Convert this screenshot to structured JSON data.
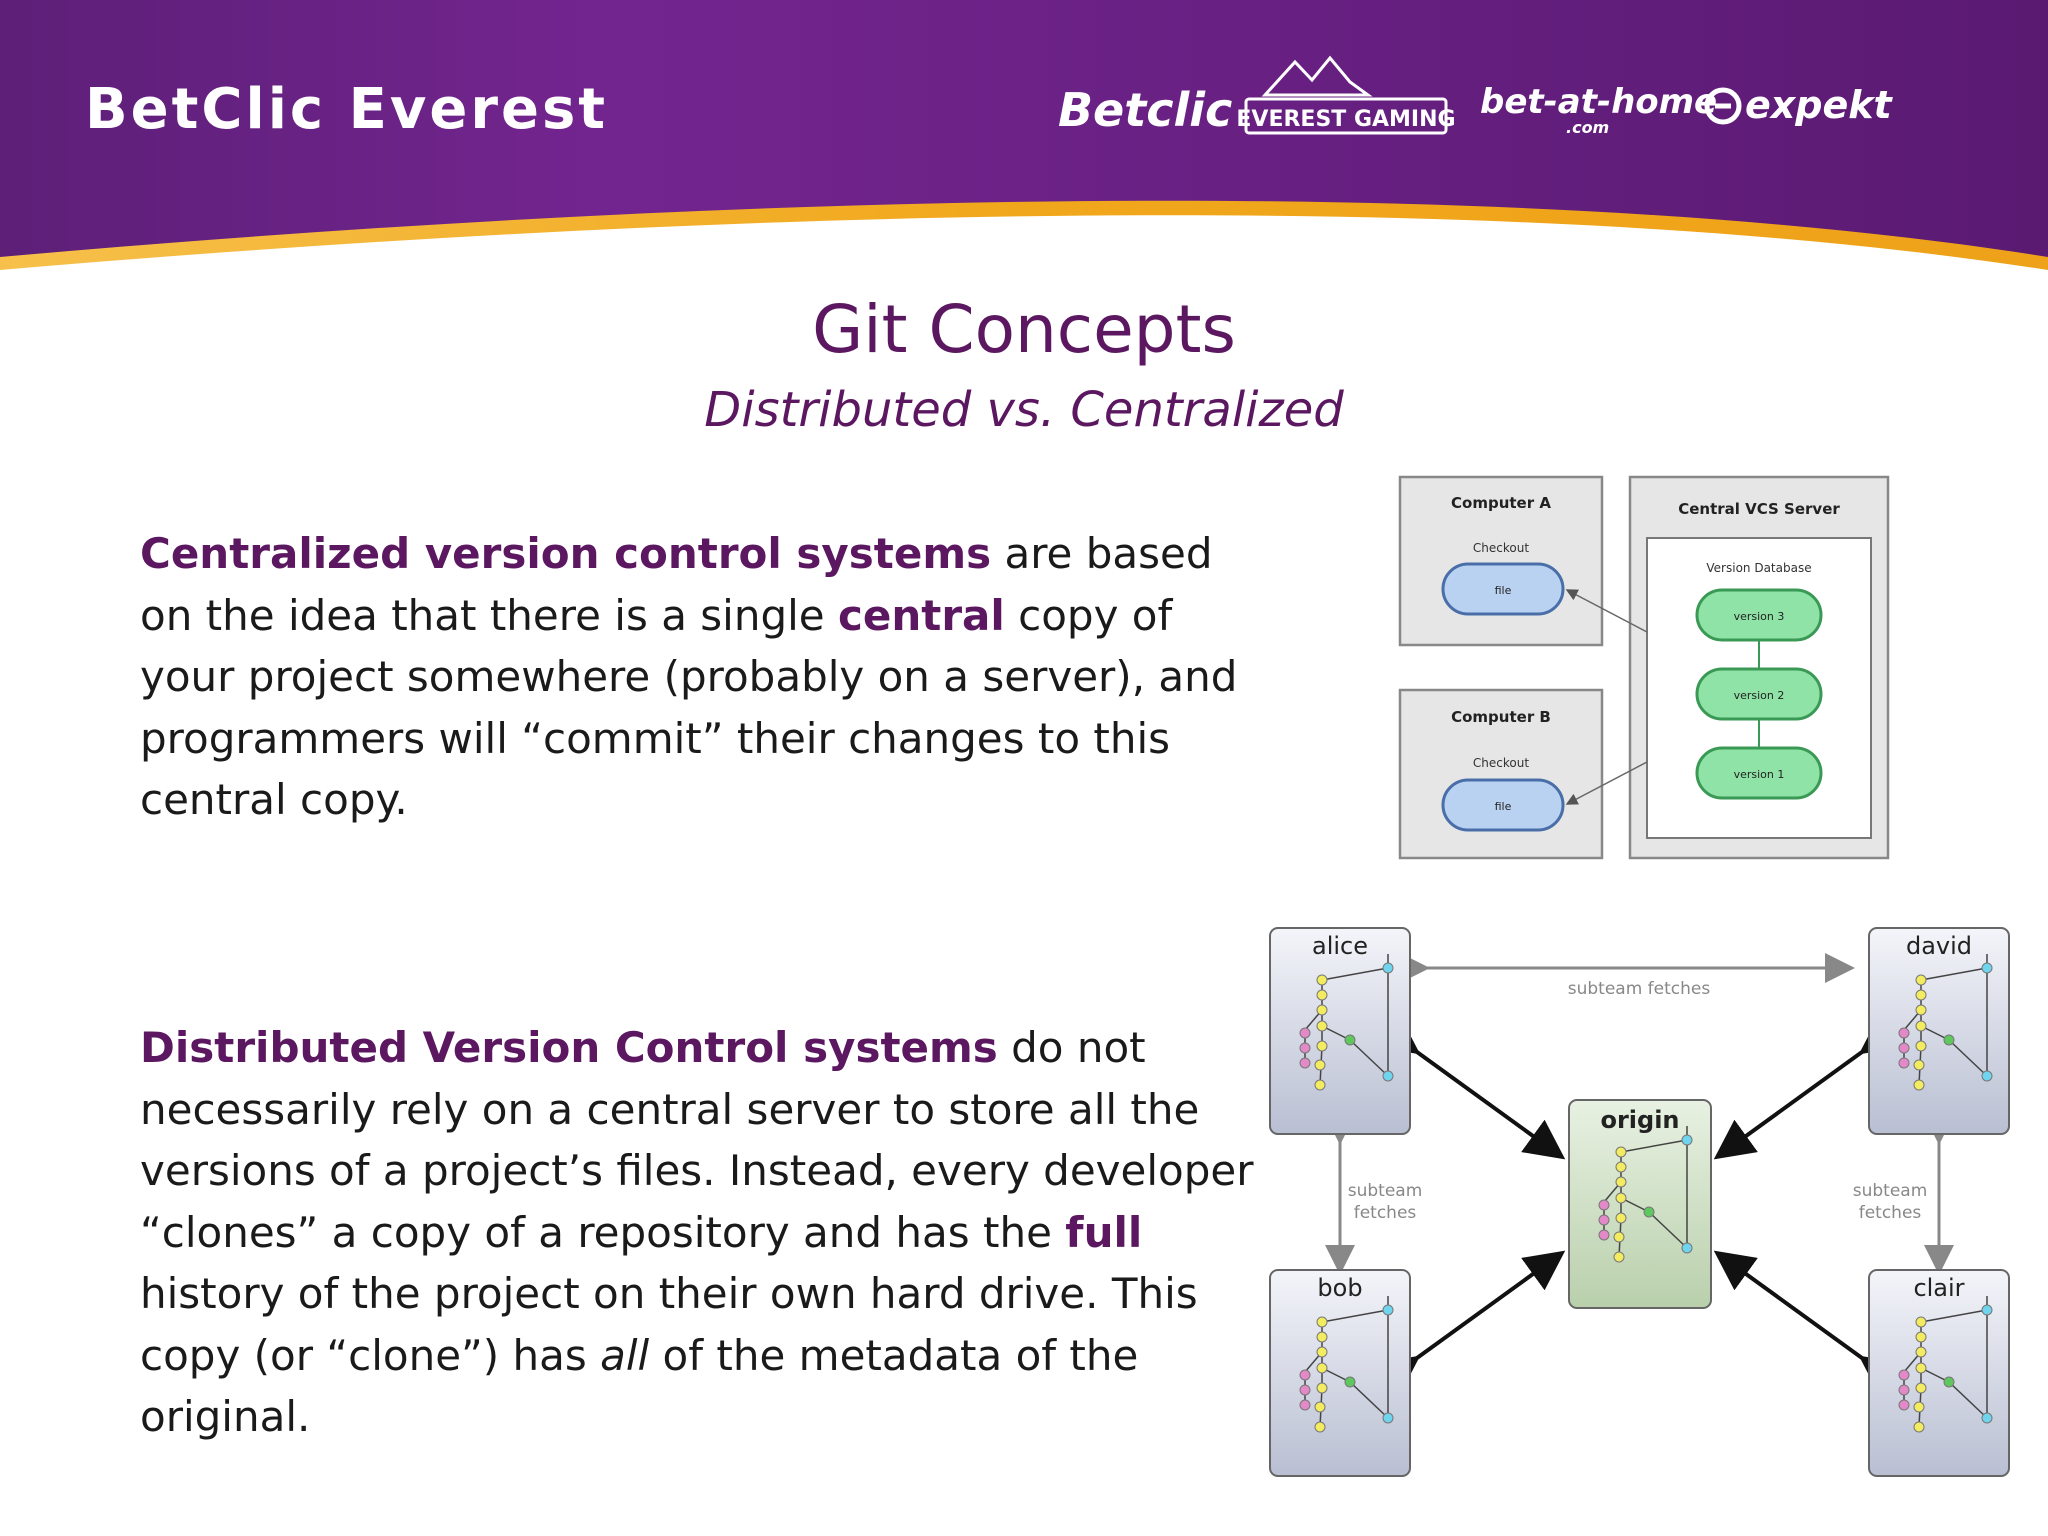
{
  "header": {
    "brand": "BetClic Everest",
    "logos": {
      "betclic": "Betclic",
      "everest": "EVEREST GAMING",
      "betathome": "bet-at-home",
      "betathome_sub": ".com",
      "expekt": "expekt"
    }
  },
  "title": "Git Concepts",
  "subtitle": "Distributed vs. Centralized",
  "para1": {
    "lead": "Centralized version control systems",
    "t1": " are based on the idea that there is a single ",
    "em": "central",
    "t2": " copy of your project somewhere (probably on a server), and programmers will “commit” their changes to this central copy."
  },
  "para2": {
    "lead": "Distributed Version Control systems",
    "t1": " do not necessarily rely on a central server to store all the versions of a project’s files. Instead, every developer “clones” a copy of a repository and has the ",
    "em": "full",
    "t2": " history of the project on their own hard drive. This copy (or “clone”) has ",
    "it": "all",
    "t3": " of the metadata of the original."
  },
  "cvcs_diagram": {
    "computer_a": "Computer A",
    "computer_b": "Computer B",
    "checkout_a": "Checkout",
    "checkout_b": "Checkout",
    "file_a": "file",
    "file_b": "file",
    "server": "Central VCS Server",
    "database": "Version Database",
    "versions": [
      "version 3",
      "version 2",
      "version 1"
    ]
  },
  "dvcs_diagram": {
    "nodes": {
      "alice": "alice",
      "david": "david",
      "origin": "origin",
      "bob": "bob",
      "clair": "clair"
    },
    "labels": {
      "top": "subteam fetches",
      "left_1": "subteam",
      "left_2": "fetches",
      "right_1": "subteam",
      "right_2": "fetches"
    }
  },
  "colors": {
    "purple": "#5b1760",
    "header_purple": "#6a2287",
    "gold": "#f0a818",
    "version_green": "#8fe3a6",
    "file_blue": "#b9d2f2",
    "origin_green": "#cfe3c4"
  }
}
